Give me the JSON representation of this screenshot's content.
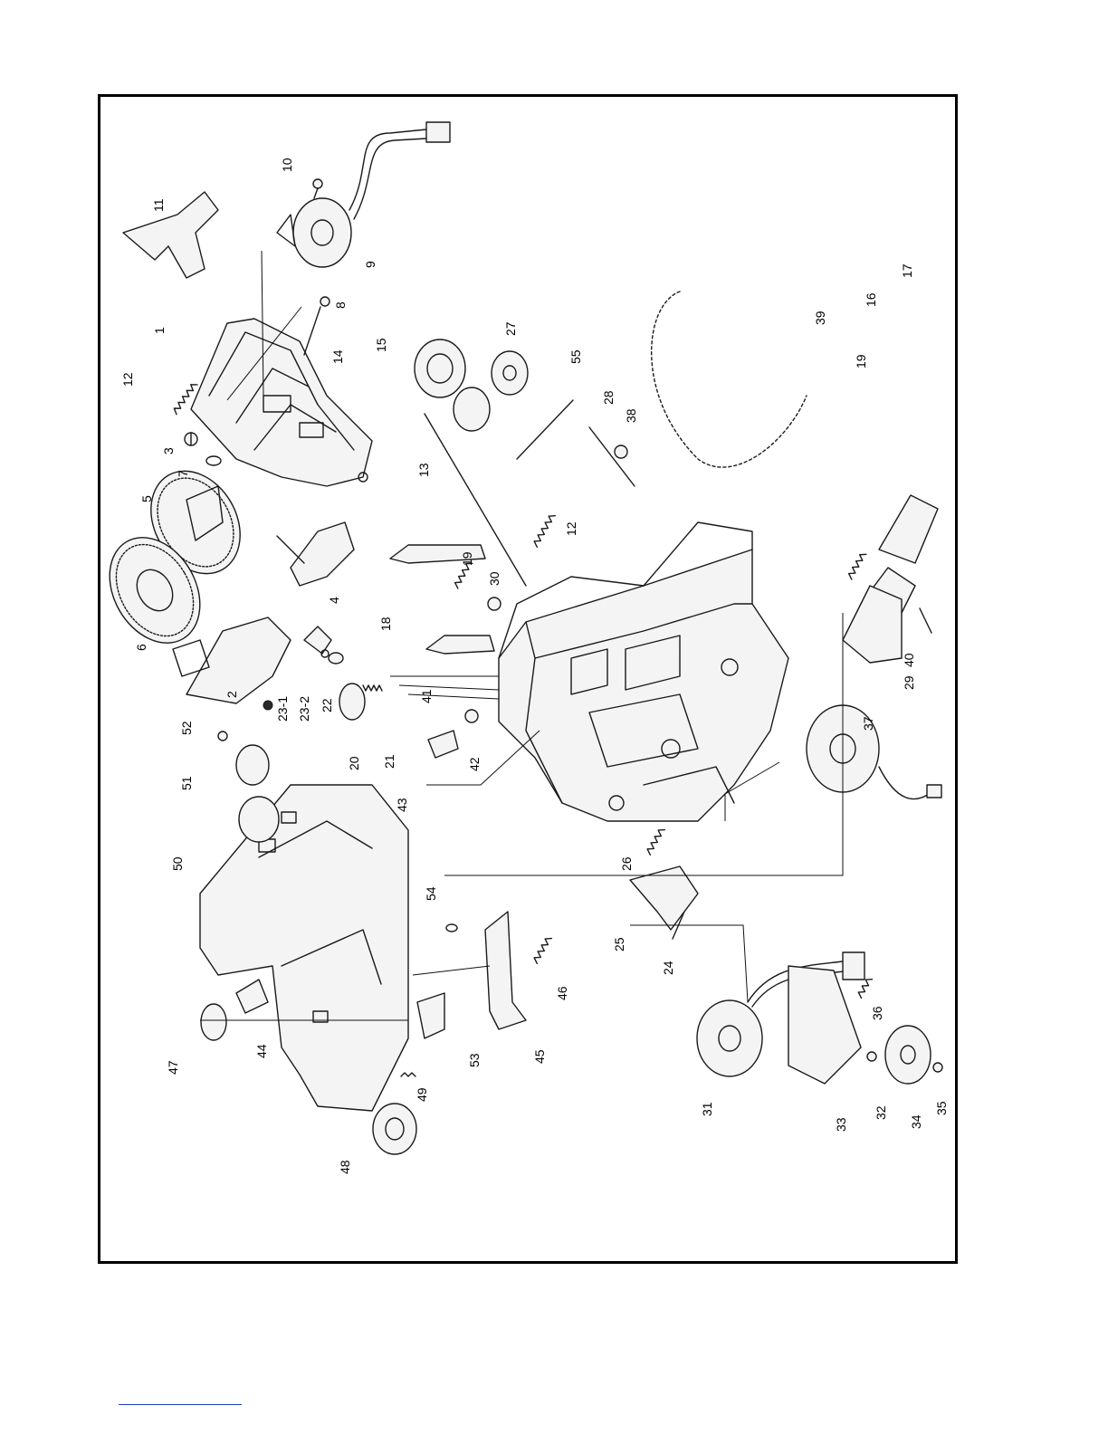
{
  "labels": [
    {
      "id": "1",
      "text": "1"
    },
    {
      "id": "2",
      "text": "2"
    },
    {
      "id": "3",
      "text": "3"
    },
    {
      "id": "4",
      "text": "4"
    },
    {
      "id": "5",
      "text": "5"
    },
    {
      "id": "6",
      "text": "6"
    },
    {
      "id": "7",
      "text": "7"
    },
    {
      "id": "8",
      "text": "8"
    },
    {
      "id": "9",
      "text": "9"
    },
    {
      "id": "10",
      "text": "10"
    },
    {
      "id": "11",
      "text": "11"
    },
    {
      "id": "12a",
      "text": "12"
    },
    {
      "id": "12b",
      "text": "12"
    },
    {
      "id": "13",
      "text": "13"
    },
    {
      "id": "14",
      "text": "14"
    },
    {
      "id": "15",
      "text": "15"
    },
    {
      "id": "16",
      "text": "16"
    },
    {
      "id": "17",
      "text": "17"
    },
    {
      "id": "18",
      "text": "18"
    },
    {
      "id": "19a",
      "text": "19"
    },
    {
      "id": "19b",
      "text": "19"
    },
    {
      "id": "20",
      "text": "20"
    },
    {
      "id": "21",
      "text": "21"
    },
    {
      "id": "22",
      "text": "22"
    },
    {
      "id": "23-1",
      "text": "23-1"
    },
    {
      "id": "23-2",
      "text": "23-2"
    },
    {
      "id": "24",
      "text": "24"
    },
    {
      "id": "25",
      "text": "25"
    },
    {
      "id": "26",
      "text": "26"
    },
    {
      "id": "27",
      "text": "27"
    },
    {
      "id": "28",
      "text": "28"
    },
    {
      "id": "29",
      "text": "29"
    },
    {
      "id": "30",
      "text": "30"
    },
    {
      "id": "31",
      "text": "31"
    },
    {
      "id": "32",
      "text": "32"
    },
    {
      "id": "33",
      "text": "33"
    },
    {
      "id": "34",
      "text": "34"
    },
    {
      "id": "35",
      "text": "35"
    },
    {
      "id": "36",
      "text": "36"
    },
    {
      "id": "37",
      "text": "37"
    },
    {
      "id": "38",
      "text": "38"
    },
    {
      "id": "39",
      "text": "39"
    },
    {
      "id": "40",
      "text": "40"
    },
    {
      "id": "41",
      "text": "41"
    },
    {
      "id": "42",
      "text": "42"
    },
    {
      "id": "43",
      "text": "43"
    },
    {
      "id": "44",
      "text": "44"
    },
    {
      "id": "45",
      "text": "45"
    },
    {
      "id": "46",
      "text": "46"
    },
    {
      "id": "47",
      "text": "47"
    },
    {
      "id": "48",
      "text": "48"
    },
    {
      "id": "49",
      "text": "49"
    },
    {
      "id": "50",
      "text": "50"
    },
    {
      "id": "51",
      "text": "51"
    },
    {
      "id": "52",
      "text": "52"
    },
    {
      "id": "53",
      "text": "53"
    },
    {
      "id": "54",
      "text": "54"
    },
    {
      "id": "55",
      "text": "55"
    }
  ]
}
